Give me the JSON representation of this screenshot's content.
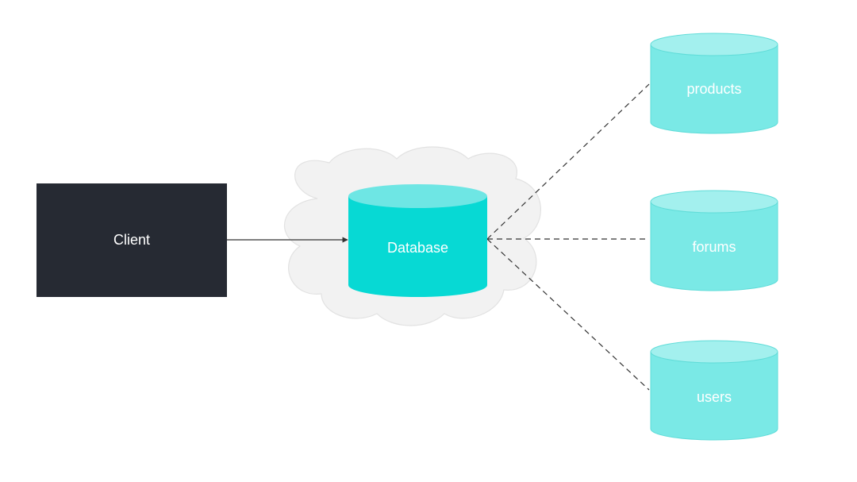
{
  "client": {
    "label": "Client",
    "fill": "#262a33"
  },
  "database": {
    "label": "Database",
    "fill": "#07d9d4",
    "top_fill": "#6ee6e4",
    "cloud_fill": "#f2f2f2"
  },
  "shards": [
    {
      "label": "products"
    },
    {
      "label": "forums"
    },
    {
      "label": "users"
    }
  ],
  "colors": {
    "shard_fill": "#7ae9e6",
    "shard_top": "#a3f0ee",
    "shard_stroke": "#5fdcd8",
    "edge": "#333333"
  }
}
